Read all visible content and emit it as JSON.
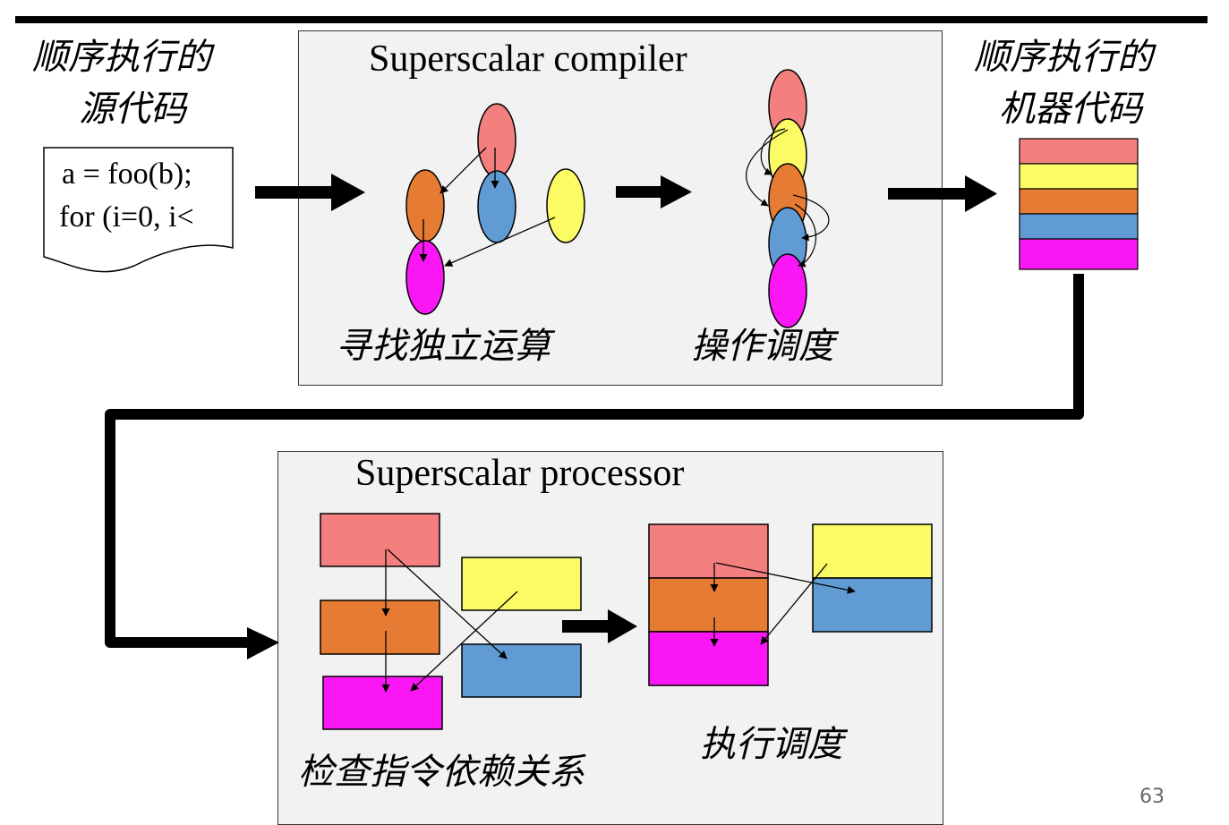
{
  "labels": {
    "source_code_line1": "顺序执行的",
    "source_code_line2": "源代码",
    "machine_code_line1": "顺序执行的",
    "machine_code_line2": "机器代码",
    "find_independent_ops": "寻找独立运算",
    "op_scheduling": "操作调度",
    "check_dependencies": "检查指令依赖关系",
    "exec_scheduling": "执行调度"
  },
  "compiler_panel": {
    "title": "Superscalar compiler"
  },
  "processor_panel": {
    "title": "Superscalar processor"
  },
  "code_snippet": {
    "line1": "a = foo(b);",
    "line2": "for (i=0, i<"
  },
  "colors": {
    "red": "#f47f7f",
    "yellow": "#fbfb66",
    "orange": "#e67b33",
    "blue": "#609bd4",
    "magenta": "#fa16f5",
    "panel_bg": "#f2f2f2"
  },
  "page_number": "63"
}
